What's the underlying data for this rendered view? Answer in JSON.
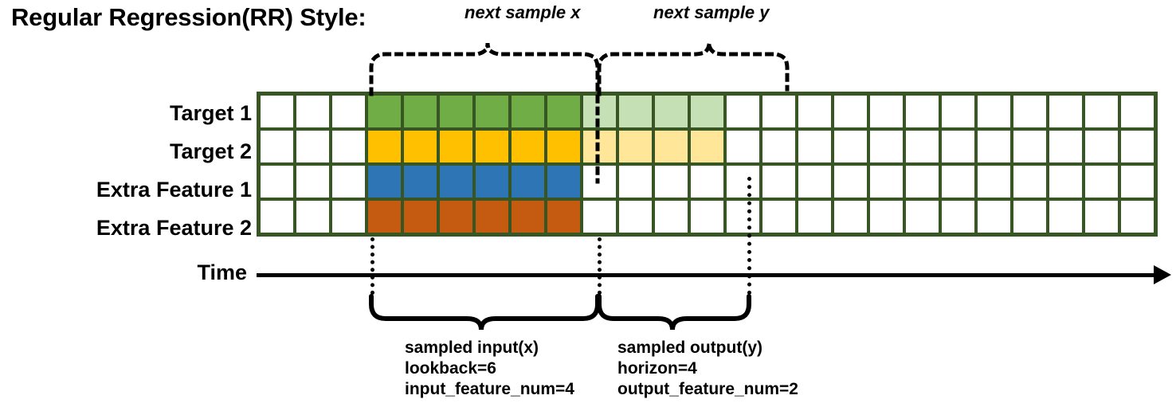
{
  "title": "Regular Regression(RR) Style:",
  "rows": [
    {
      "label": "Target 1",
      "name": "target-1"
    },
    {
      "label": "Target 2",
      "name": "target-2"
    },
    {
      "label": "Extra Feature 1",
      "name": "extra-feature-1"
    },
    {
      "label": "Extra Feature 2",
      "name": "extra-feature-2"
    }
  ],
  "time_axis": {
    "label": "Time"
  },
  "top_braces": [
    {
      "label": "next sample x",
      "name": "next-sample-x"
    },
    {
      "label": "next sample y",
      "name": "next-sample-y"
    }
  ],
  "bottom_braces": [
    {
      "name": "sampled-input",
      "lines": [
        "sampled input(x)",
        "lookback=6",
        "input_feature_num=4"
      ]
    },
    {
      "name": "sampled-output",
      "lines": [
        "sampled output(y)",
        "horizon=4",
        "output_feature_num=2"
      ]
    }
  ],
  "colors": {
    "border_green": "#375623",
    "input_target": "#70ad47",
    "input_target2": "#ffc000",
    "input_extra1": "#2e75b6",
    "input_extra2": "#c55a11",
    "output_target": "#c5e0b4",
    "output_target2": "#ffe699",
    "empty": "#ffffff"
  },
  "chart_data": {
    "type": "heatmap",
    "title": "Regular Regression(RR) Style:",
    "columns": 25,
    "rows": 4,
    "row_labels": [
      "Target 1",
      "Target 2",
      "Extra Feature 1",
      "Extra Feature 2"
    ],
    "lookback": 6,
    "horizon": 4,
    "input_feature_num": 4,
    "output_feature_num": 2,
    "input_start_col": 3,
    "output_start_col": 9,
    "cell_colors": [
      [
        "#ffffff",
        "#ffffff",
        "#ffffff",
        "#70ad47",
        "#70ad47",
        "#70ad47",
        "#70ad47",
        "#70ad47",
        "#70ad47",
        "#c5e0b4",
        "#c5e0b4",
        "#c5e0b4",
        "#c5e0b4",
        "#ffffff",
        "#ffffff",
        "#ffffff",
        "#ffffff",
        "#ffffff",
        "#ffffff",
        "#ffffff",
        "#ffffff",
        "#ffffff",
        "#ffffff",
        "#ffffff",
        "#ffffff"
      ],
      [
        "#ffffff",
        "#ffffff",
        "#ffffff",
        "#ffc000",
        "#ffc000",
        "#ffc000",
        "#ffc000",
        "#ffc000",
        "#ffc000",
        "#ffe699",
        "#ffe699",
        "#ffe699",
        "#ffe699",
        "#ffffff",
        "#ffffff",
        "#ffffff",
        "#ffffff",
        "#ffffff",
        "#ffffff",
        "#ffffff",
        "#ffffff",
        "#ffffff",
        "#ffffff",
        "#ffffff",
        "#ffffff"
      ],
      [
        "#ffffff",
        "#ffffff",
        "#ffffff",
        "#2e75b6",
        "#2e75b6",
        "#2e75b6",
        "#2e75b6",
        "#2e75b6",
        "#2e75b6",
        "#ffffff",
        "#ffffff",
        "#ffffff",
        "#ffffff",
        "#ffffff",
        "#ffffff",
        "#ffffff",
        "#ffffff",
        "#ffffff",
        "#ffffff",
        "#ffffff",
        "#ffffff",
        "#ffffff",
        "#ffffff",
        "#ffffff",
        "#ffffff"
      ],
      [
        "#ffffff",
        "#ffffff",
        "#ffffff",
        "#c55a11",
        "#c55a11",
        "#c55a11",
        "#c55a11",
        "#c55a11",
        "#c55a11",
        "#ffffff",
        "#ffffff",
        "#ffffff",
        "#ffffff",
        "#ffffff",
        "#ffffff",
        "#ffffff",
        "#ffffff",
        "#ffffff",
        "#ffffff",
        "#ffffff",
        "#ffffff",
        "#ffffff",
        "#ffffff",
        "#ffffff",
        "#ffffff"
      ]
    ]
  }
}
